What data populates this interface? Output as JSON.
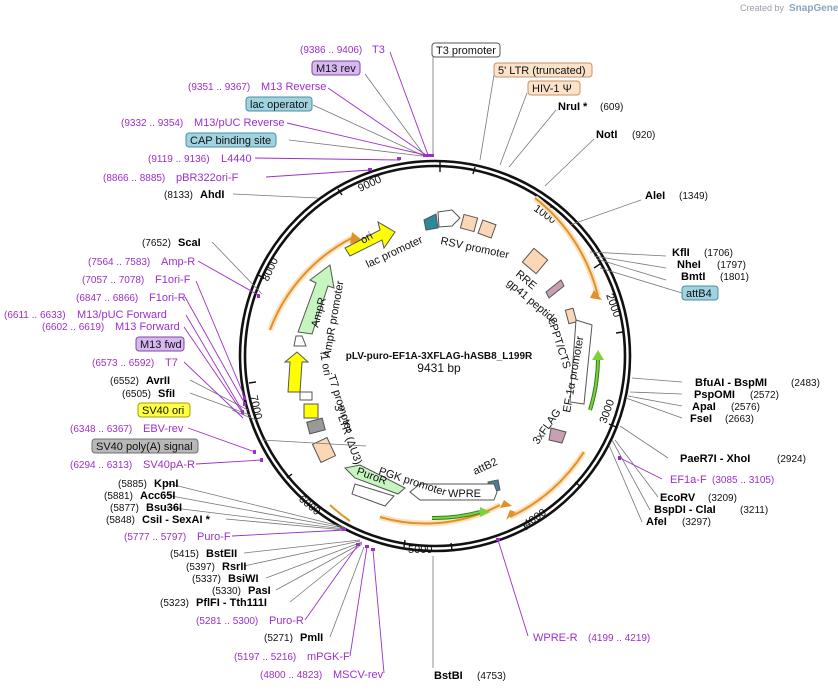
{
  "brand": {
    "created_by": "Created by",
    "name": "SnapGene"
  },
  "plasmid": {
    "name": "pLV-puro-EF1A-3XFLAG-hASB8_L199R",
    "size": "9431 bp"
  },
  "ticks": [
    "1000",
    "2000",
    "3000",
    "4000",
    "5000",
    "6000",
    "7000",
    "8000",
    "9000"
  ],
  "boxed_labels": [
    {
      "id": "t3-promoter",
      "text": "T3 promoter",
      "fill": "#ffffff",
      "stroke": "#555555"
    },
    {
      "id": "ltr5",
      "text": "5' LTR (truncated)",
      "fill": "#fbe2c8",
      "stroke": "#c8916a"
    },
    {
      "id": "hiv",
      "text": "HIV-1 Ψ",
      "fill": "#fbe2c8",
      "stroke": "#c8916a"
    },
    {
      "id": "m13rev",
      "text": "M13 rev",
      "fill": "#d9b8f2",
      "stroke": "#7a4aa0"
    },
    {
      "id": "lacop",
      "text": "lac operator",
      "fill": "#9fd3e0",
      "stroke": "#4e8ea0"
    },
    {
      "id": "cap",
      "text": "CAP binding site",
      "fill": "#9fd3e0",
      "stroke": "#4e8ea0"
    },
    {
      "id": "attb4",
      "text": "attB4",
      "fill": "#9fd3e0",
      "stroke": "#4e8ea0"
    },
    {
      "id": "m13fwd",
      "text": "M13 fwd",
      "fill": "#d9b8f2",
      "stroke": "#7a4aa0"
    },
    {
      "id": "sv40ori",
      "text": "SV40 ori",
      "fill": "#ffff44",
      "stroke": "#a0a000"
    },
    {
      "id": "sv40pa",
      "text": "SV40 poly(A) signal",
      "fill": "#b8b8b8",
      "stroke": "#707070"
    }
  ],
  "primers": [
    {
      "id": "t3",
      "range": "(9386 .. 9406)",
      "name": "T3"
    },
    {
      "id": "m13reverse",
      "range": "(9351 .. 9367)",
      "name": "M13 Reverse"
    },
    {
      "id": "m13puc-rev",
      "range": "(9332 .. 9354)",
      "name": "M13/pUC Reverse"
    },
    {
      "id": "l4440",
      "range": "(9119 .. 9136)",
      "name": "L4440"
    },
    {
      "id": "pbr322",
      "range": "(8866 .. 8885)",
      "name": "pBR322ori-F"
    },
    {
      "id": "amp-r",
      "range": "(7564 .. 7583)",
      "name": "Amp-R"
    },
    {
      "id": "f1ori-f",
      "range": "(7057 .. 7078)",
      "name": "F1ori-F"
    },
    {
      "id": "f1ori-r",
      "range": "(6847 .. 6866)",
      "name": "F1ori-R"
    },
    {
      "id": "m13puc-fwd",
      "range": "(6611 .. 6633)",
      "name": "M13/pUC Forward"
    },
    {
      "id": "m13forward",
      "range": "(6602 .. 6619)",
      "name": "M13 Forward"
    },
    {
      "id": "t7",
      "range": "(6573 .. 6592)",
      "name": "T7"
    },
    {
      "id": "ebv-rev",
      "range": "(6348 .. 6367)",
      "name": "EBV-rev"
    },
    {
      "id": "sv40pa-r",
      "range": "(6294 .. 6313)",
      "name": "SV40pA-R"
    },
    {
      "id": "puro-f",
      "range": "(5777 .. 5797)",
      "name": "Puro-F"
    },
    {
      "id": "puro-r",
      "range": "(5281 .. 5300)",
      "name": "Puro-R"
    },
    {
      "id": "mpgk-f",
      "range": "(5197 .. 5216)",
      "name": "mPGK-F"
    },
    {
      "id": "mscv-rev",
      "range": "(4800 .. 4823)",
      "name": "MSCV-rev"
    },
    {
      "id": "wpre-r",
      "name": "WPRE-R",
      "range": "(4199 .. 4219)"
    },
    {
      "id": "ef1a-f",
      "name": "EF1a-F",
      "range": "(3085 .. 3105)"
    }
  ],
  "sites_left": [
    {
      "id": "ahdi",
      "pos": "(8133)",
      "name": "AhdI"
    },
    {
      "id": "scai",
      "pos": "(7652)",
      "name": "ScaI"
    },
    {
      "id": "avrii",
      "pos": "(6552)",
      "name": "AvrII"
    },
    {
      "id": "sfii",
      "pos": "(6505)",
      "name": "SfiI"
    },
    {
      "id": "kpni",
      "pos": "(5885)",
      "name": "KpnI"
    },
    {
      "id": "acc65i",
      "pos": "(5881)",
      "name": "Acc65I"
    },
    {
      "id": "bsu36i",
      "pos": "(5877)",
      "name": "Bsu36I"
    },
    {
      "id": "csii",
      "pos": "(5848)",
      "name": "CsiI  - SexAI *"
    },
    {
      "id": "bsteii",
      "pos": "(5415)",
      "name": "BstEII"
    },
    {
      "id": "rsrii",
      "pos": "(5397)",
      "name": "RsrII"
    },
    {
      "id": "bsiwi",
      "pos": "(5337)",
      "name": "BsiWI"
    },
    {
      "id": "pasi",
      "pos": "(5330)",
      "name": "PasI"
    },
    {
      "id": "pflfi",
      "pos": "(5323)",
      "name": "PflFI  - Tth111I"
    },
    {
      "id": "pmli",
      "pos": "(5271)",
      "name": "PmlI"
    }
  ],
  "sites_right": [
    {
      "id": "nrui",
      "name": "NruI *",
      "pos": "(609)"
    },
    {
      "id": "noti",
      "name": "NotI",
      "pos": "(920)"
    },
    {
      "id": "alei",
      "name": "AleI",
      "pos": "(1349)"
    },
    {
      "id": "kfli",
      "name": "KflI",
      "pos": "(1706)"
    },
    {
      "id": "nhei",
      "name": "NheI",
      "pos": "(1797)"
    },
    {
      "id": "bmti",
      "name": "BmtI",
      "pos": "(1801)"
    },
    {
      "id": "bfuai",
      "name": "BfuAI   - BspMI",
      "pos": "(2483)"
    },
    {
      "id": "pspomi",
      "name": "PspOMI",
      "pos": "(2572)"
    },
    {
      "id": "apai",
      "name": "ApaI",
      "pos": "(2576)"
    },
    {
      "id": "fsei",
      "name": "FseI",
      "pos": "(2663)"
    },
    {
      "id": "paer7i",
      "name": "PaeR7I   - XhoI",
      "pos": "(2924)"
    },
    {
      "id": "ecorv",
      "name": "EcoRV",
      "pos": "(3209)"
    },
    {
      "id": "bspdi",
      "name": "BspDI   - ClaI",
      "pos": "(3211)"
    },
    {
      "id": "afei",
      "name": "AfeI",
      "pos": "(3297)"
    },
    {
      "id": "bstbi",
      "name": "BstBI",
      "pos": "(4753)"
    }
  ],
  "features": [
    {
      "id": "rsv",
      "text": "RSV promoter"
    },
    {
      "id": "rre",
      "text": "RRE"
    },
    {
      "id": "gp41",
      "text": "gp41 peptide"
    },
    {
      "id": "cppt",
      "text": "cPPT/CTS"
    },
    {
      "id": "ef1a",
      "text": "EF-1α promoter"
    },
    {
      "id": "flag",
      "text": "3xFLAG"
    },
    {
      "id": "attb2",
      "text": "attB2"
    },
    {
      "id": "wpre",
      "text": "WPRE"
    },
    {
      "id": "pgk",
      "text": "PGK promoter"
    },
    {
      "id": "puror",
      "text": "PuroR"
    },
    {
      "id": "ltr3",
      "text": "3' LTR (ΔU3)"
    },
    {
      "id": "t7p",
      "text": "T7 promoter"
    },
    {
      "id": "f1ori",
      "text": "f1 ori"
    },
    {
      "id": "ampp",
      "text": "AmpR promoter"
    },
    {
      "id": "ampr",
      "text": "AmpR"
    },
    {
      "id": "ori",
      "text": "ori"
    },
    {
      "id": "lacp",
      "text": "lac promoter"
    }
  ],
  "colors": {
    "backbone": "#111111",
    "primer": "#9b30c8",
    "orf_arc": "#e8a23a",
    "ori": "#ffff00",
    "ampr": "#c6f5c0",
    "promoter": "#ffffff",
    "ltr": "#fbd7b6",
    "flag": "#c9a0b3",
    "green_arrow": "#7ed13a"
  }
}
